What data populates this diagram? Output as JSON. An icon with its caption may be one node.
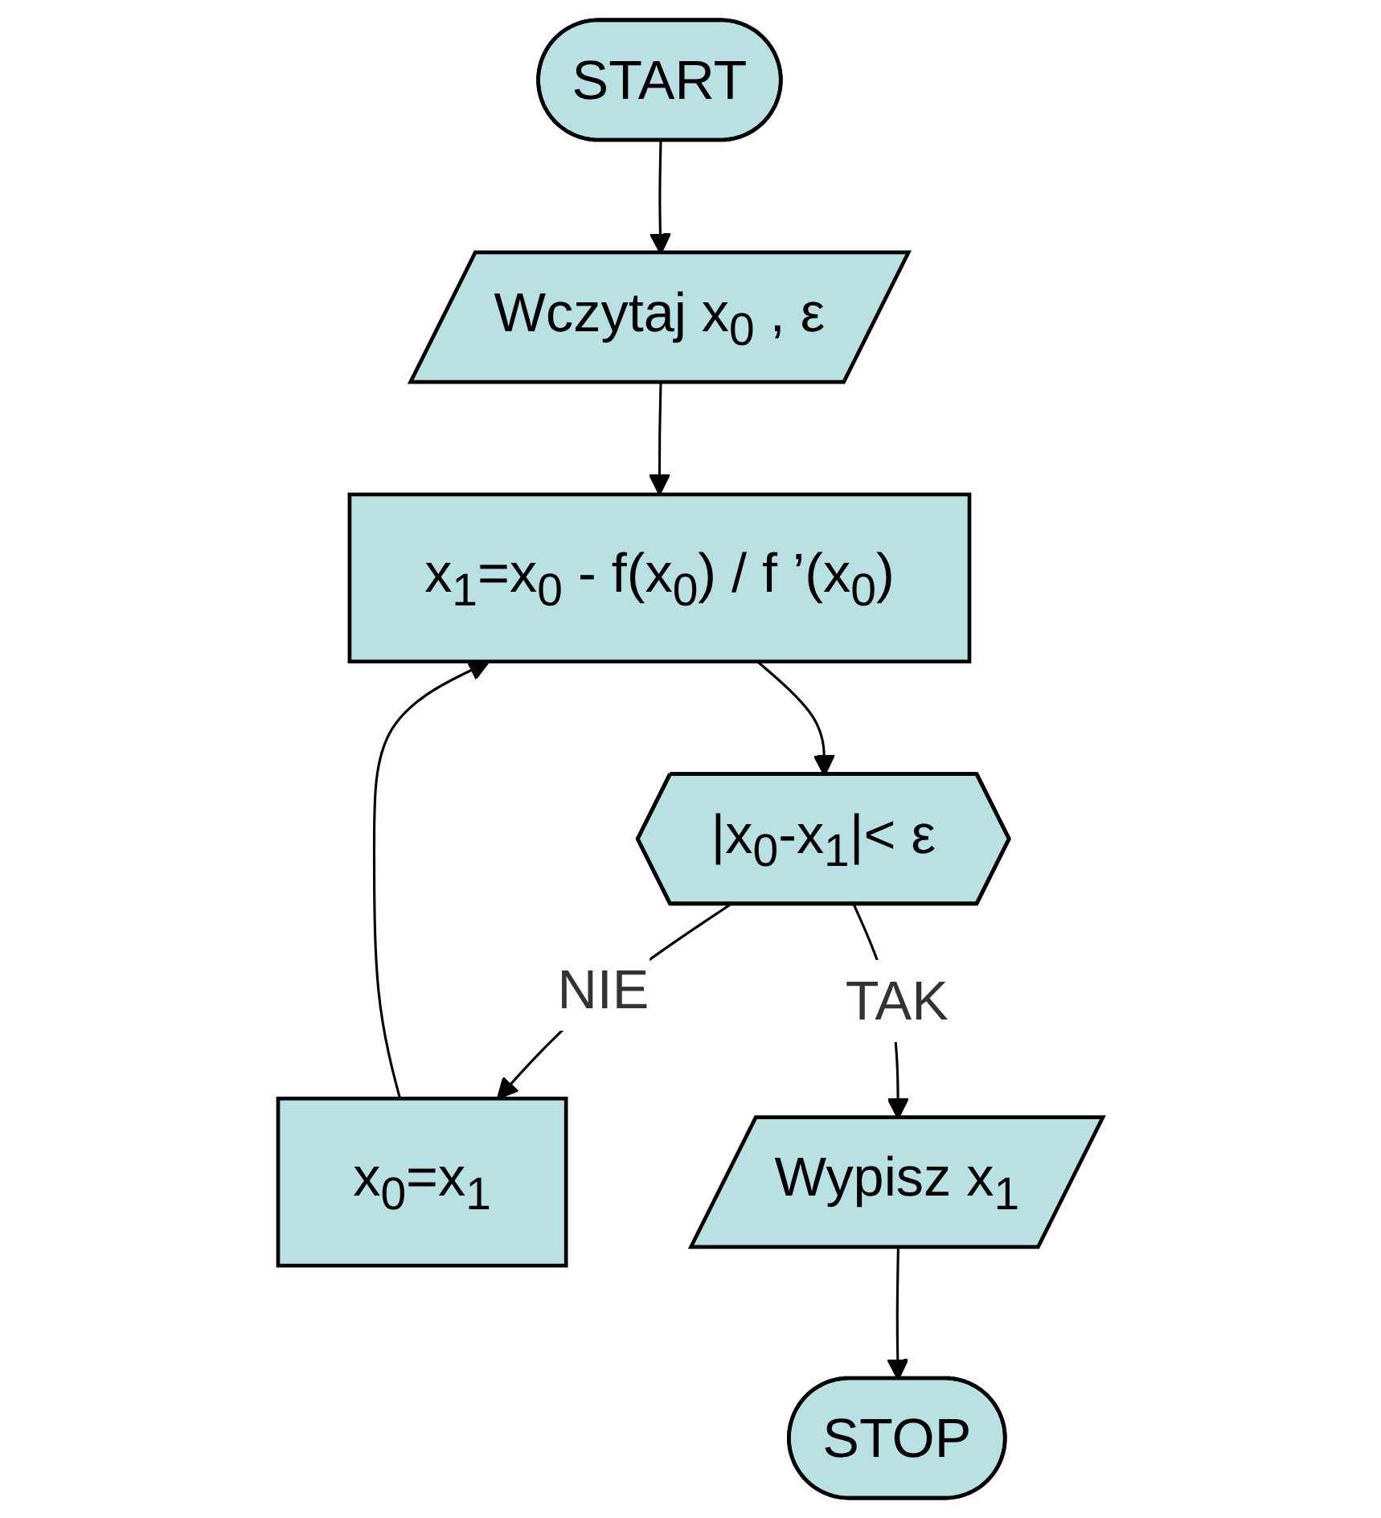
{
  "diagram": {
    "nodes": [
      {
        "text": [
          "START"
        ]
      },
      {
        "text": [
          "Wczytaj x$_{0}$ , ε"
        ]
      },
      {
        "text": [
          "x$_{0}$=x$_{1}$"
        ]
      },
      {
        "text": [
          "x$_{1}$=x$_{0}$ - f(x$_{0}$) / f ’(x$_{0}$)"
        ]
      },
      {
        "text": [
          "|x$_{0}$-x$_{1}$|< ε"
        ]
      },
      {
        "text": [
          "Wypisz x$_{1}$"
        ]
      },
      {
        "text": [
          "STOP"
        ]
      }
    ],
    "edges": [
      {
        "from": 0,
        "to": 1,
        "arrow": "to"
      },
      {
        "from": 1,
        "to": 3,
        "arrow": "to"
      },
      {
        "from": 2,
        "to": 3,
        "arrow": "to"
      },
      {
        "from": 3,
        "to": 4,
        "arrow": "to"
      },
      {
        "from": 4,
        "to": 2,
        "arrow": "to",
        "label": "NIE"
      },
      {
        "from": 4,
        "to": 5,
        "arrow": "to",
        "label": "TAK"
      },
      {
        "from": 5,
        "to": 6,
        "arrow": "to"
      }
    ]
  }
}
